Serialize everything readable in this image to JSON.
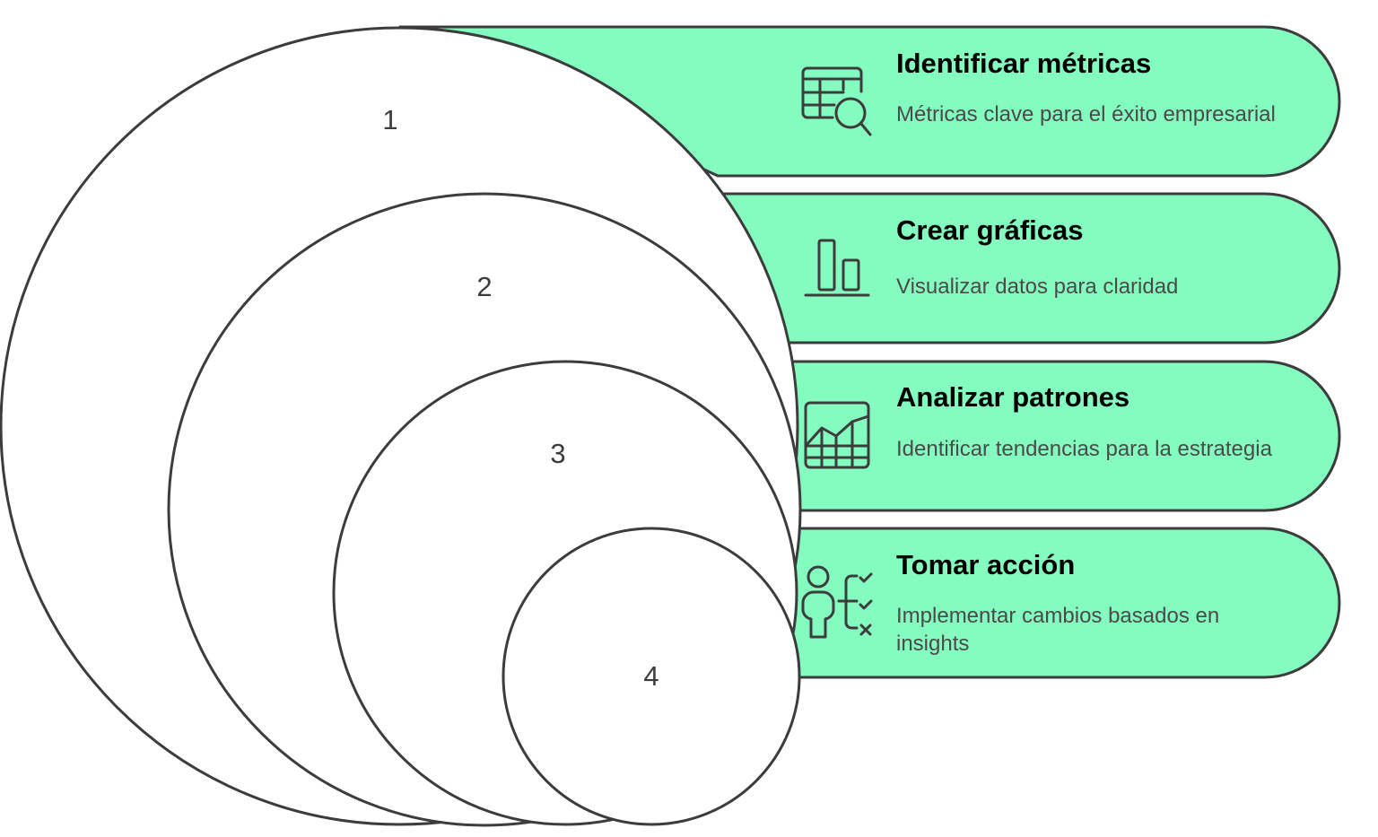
{
  "diagram": {
    "colors": {
      "band_fill": "#84fbbf",
      "stroke": "#3c3c3c",
      "circle_fill": "#ffffff"
    },
    "steps": [
      {
        "number": "1",
        "title": "Identificar métricas",
        "description": "Métricas clave para el éxito empresarial",
        "icon": "table-search-icon"
      },
      {
        "number": "2",
        "title": "Crear gráficas",
        "description": "Visualizar datos para claridad",
        "icon": "bar-chart-icon"
      },
      {
        "number": "3",
        "title": "Analizar patrones",
        "description": "Identificar tendencias para la estrategia",
        "icon": "trend-grid-icon"
      },
      {
        "number": "4",
        "title": "Tomar acción",
        "description": "Implementar cambios basados en insights",
        "icon": "person-checklist-icon"
      }
    ]
  }
}
